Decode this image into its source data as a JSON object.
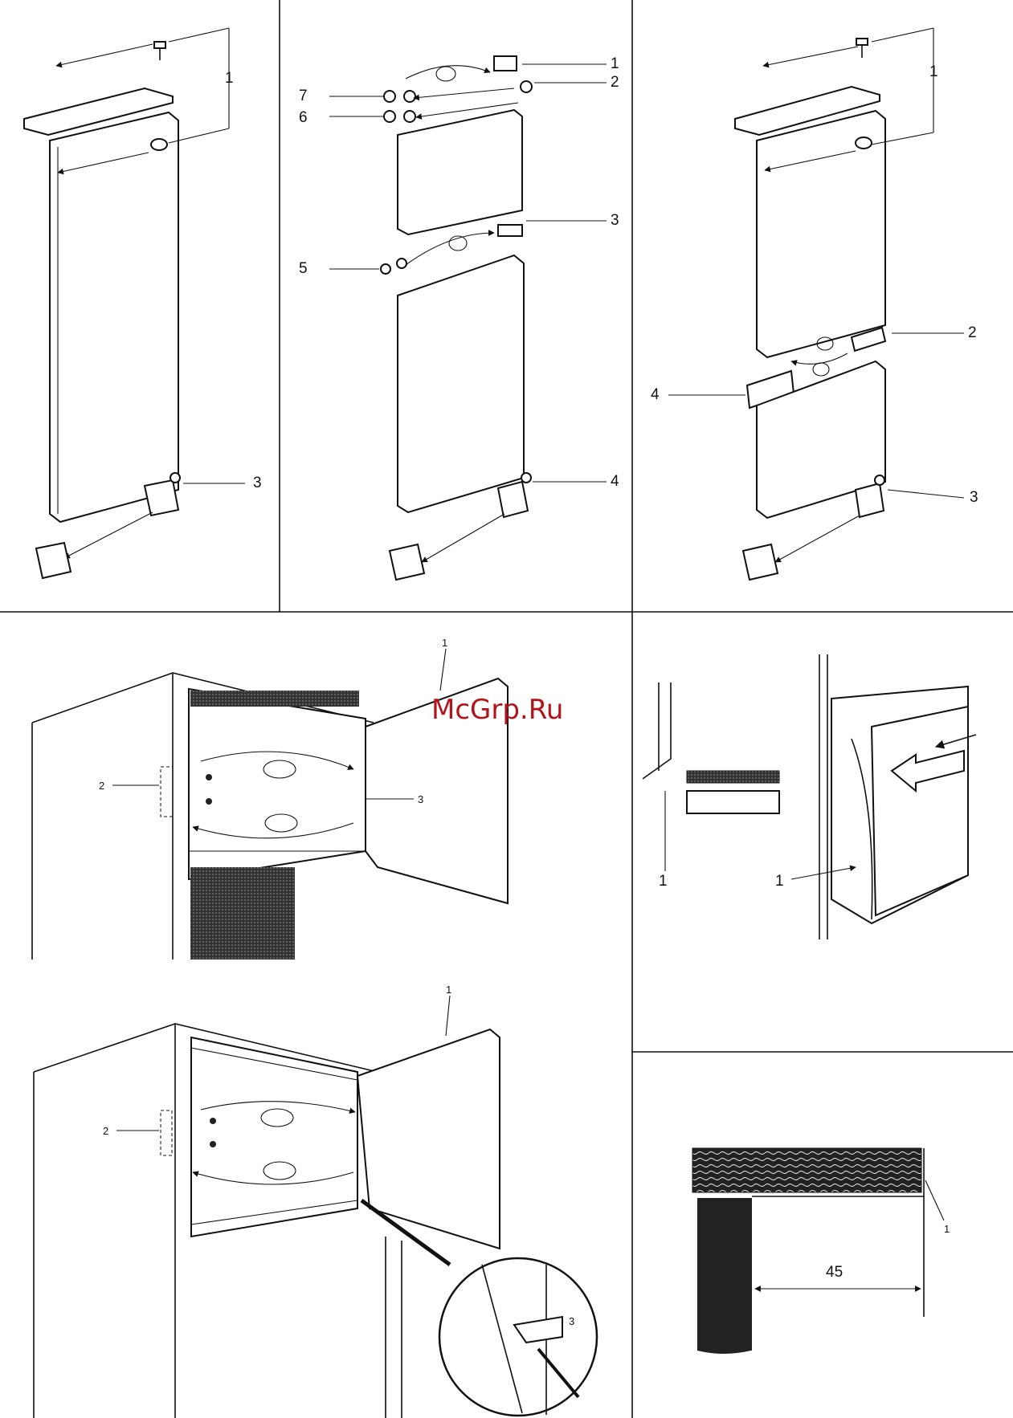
{
  "watermark": "McGrp.Ru",
  "panel1": {
    "labels": [
      "1",
      "3"
    ]
  },
  "panel2": {
    "labels": [
      "1",
      "2",
      "7",
      "6",
      "3",
      "5",
      "4"
    ]
  },
  "panel3": {
    "labels": [
      "1",
      "2",
      "4",
      "3"
    ]
  },
  "panel4": {
    "labels": [
      "1",
      "2",
      "3"
    ]
  },
  "panel5": {
    "labels": [
      "1",
      "2",
      "3"
    ]
  },
  "panel6": {
    "labels": [
      "1",
      "1"
    ]
  },
  "panel7": {
    "label": "1",
    "dimension": "45"
  },
  "colors": {
    "line": "#111111",
    "watermark": "#b3141c"
  }
}
